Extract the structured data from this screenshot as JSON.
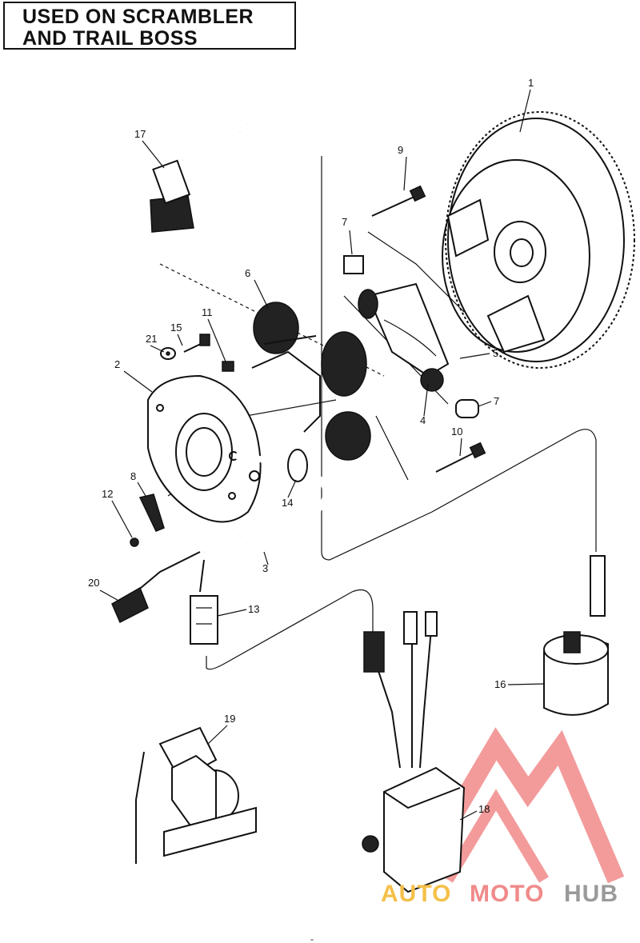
{
  "header": {
    "line1": "USED ON SCRAMBLER",
    "line2": "AND TRAIL BOSS"
  },
  "callouts": {
    "c1": "1",
    "c2": "2",
    "c3": "3",
    "c4": "4",
    "c5": "5",
    "c6": "6",
    "c7a": "7",
    "c7b": "7",
    "c8": "8",
    "c9": "9",
    "c10": "10",
    "c11": "11",
    "c12": "12",
    "c13": "13",
    "c14": "14",
    "c15": "15",
    "c16": "16",
    "c17": "17",
    "c18": "18",
    "c19": "19",
    "c20": "20",
    "c21": "21"
  },
  "watermark": {
    "part1": "AUTO",
    "part2": "MOTO",
    "part3": "HUB",
    "colors": {
      "part1": "#f5c04a",
      "part2": "#f08a8a",
      "part3": "#9a9a9a",
      "logo": "#f07a7a"
    }
  },
  "page_mark": "-"
}
